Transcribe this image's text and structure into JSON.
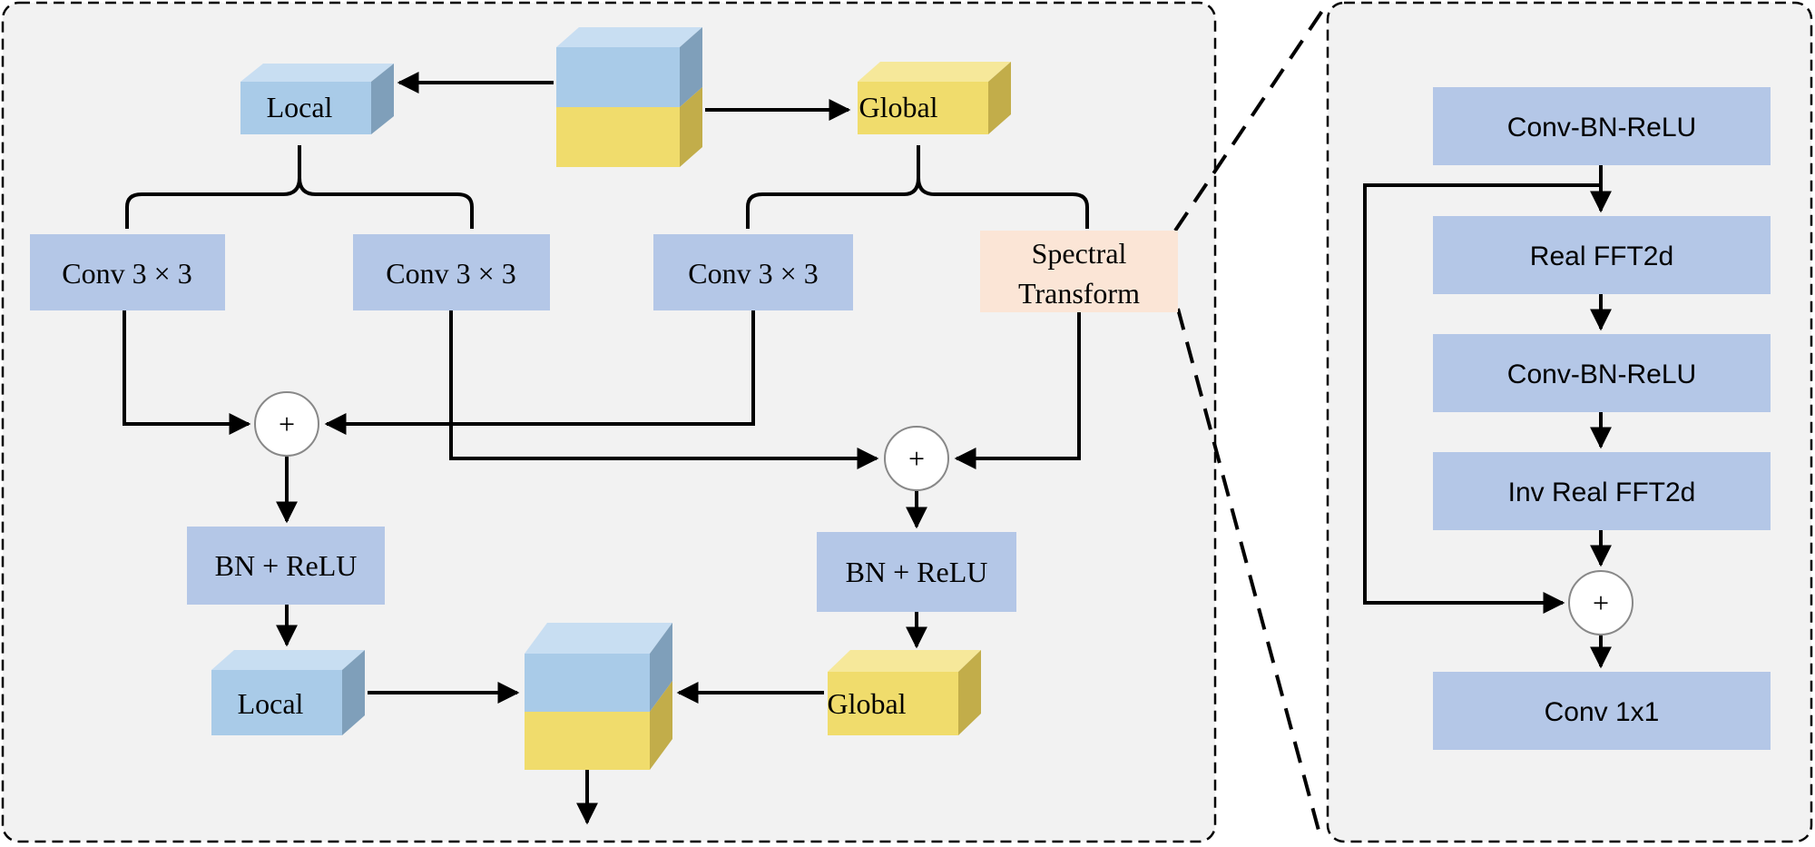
{
  "left_panel": {
    "top_cube_local_label": "Local",
    "top_cube_global_label": "Global",
    "conv_labels": [
      "Conv 3 × 3",
      "Conv 3 × 3",
      "Conv 3 × 3"
    ],
    "spectral_line1": "Spectral",
    "spectral_line2": "Transform",
    "plus_symbol": "+",
    "bn_relu_label": "BN + ReLU",
    "bottom_cube_local_label": "Local",
    "bottom_cube_global_label": "Global"
  },
  "right_panel": {
    "blocks": [
      "Conv-BN-ReLU",
      "Real FFT2d",
      "Conv-BN-ReLU",
      "Inv Real FFT2d",
      "Conv 1x1"
    ],
    "plus_symbol": "+"
  },
  "colors": {
    "panel_bg": "#f2f2f2",
    "box_blue": "#b4c7e7",
    "cube_blue_front": "#a9cbe8",
    "cube_blue_top": "#c8def2",
    "cube_blue_side": "#7f9fba",
    "cube_yellow_front": "#f0dc6c",
    "cube_yellow_top": "#f6e89a",
    "cube_yellow_side": "#c2ad4a",
    "spectral_bg": "#fbe5d6"
  }
}
